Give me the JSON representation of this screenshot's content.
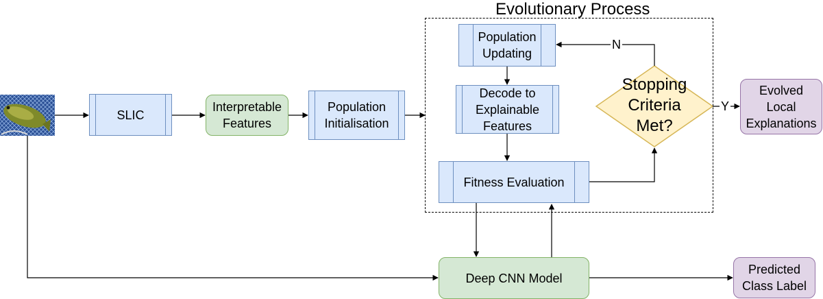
{
  "title": "Evolutionary Process",
  "nodes": {
    "slic": "SLIC",
    "interpretable": "Interpretable\nFeatures",
    "pop_init": "Population\nInitialisation",
    "pop_update": "Population\nUpdating",
    "decode": "Decode to\nExplainable\nFeatures",
    "fitness": "Fitness Evaluation",
    "stopping": "Stopping\nCriteria\nMet?",
    "evolved": "Evolved\nLocal\nExplanations",
    "cnn": "Deep CNN Model",
    "predicted": "Predicted\nClass Label"
  },
  "edge_labels": {
    "no": "N",
    "yes": "Y"
  },
  "colors": {
    "process_fill": "#dae8fc",
    "process_stroke": "#6c8ebf",
    "green_fill": "#d5e8d4",
    "green_stroke": "#82b366",
    "purple_fill": "#e1d5e7",
    "purple_stroke": "#9673a6",
    "decision_fill": "#fff2cc",
    "decision_stroke": "#d6b656"
  }
}
